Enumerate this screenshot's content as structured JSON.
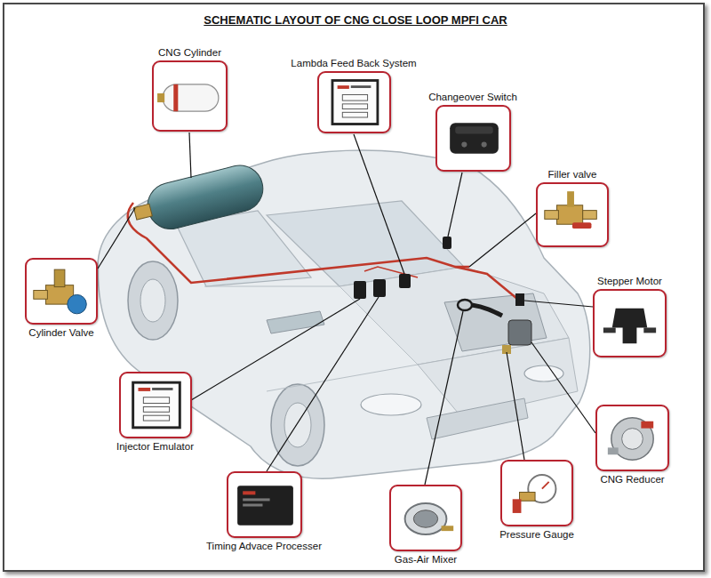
{
  "diagram": {
    "title": "SCHEMATIC LAYOUT OF CNG CLOSE LOOP MPFI CAR",
    "nodes": [
      {
        "text": [
          "CNG Cylinder"
        ]
      },
      {
        "text": [
          "Lambda Feed Back System"
        ]
      },
      {
        "text": [
          "Changeover Switch"
        ]
      },
      {
        "text": [
          "Filler valve"
        ]
      },
      {
        "text": [
          "Cylinder Valve"
        ]
      },
      {
        "text": [
          "Stepper Motor"
        ]
      },
      {
        "text": [
          "Injector Emulator"
        ]
      },
      {
        "text": [
          "CNG Reducer"
        ]
      },
      {
        "text": [
          "Timing Advace Processer"
        ]
      },
      {
        "text": [
          "Pressure Gauge"
        ]
      },
      {
        "text": [
          "Gas-Air Mixer"
        ]
      }
    ]
  }
}
